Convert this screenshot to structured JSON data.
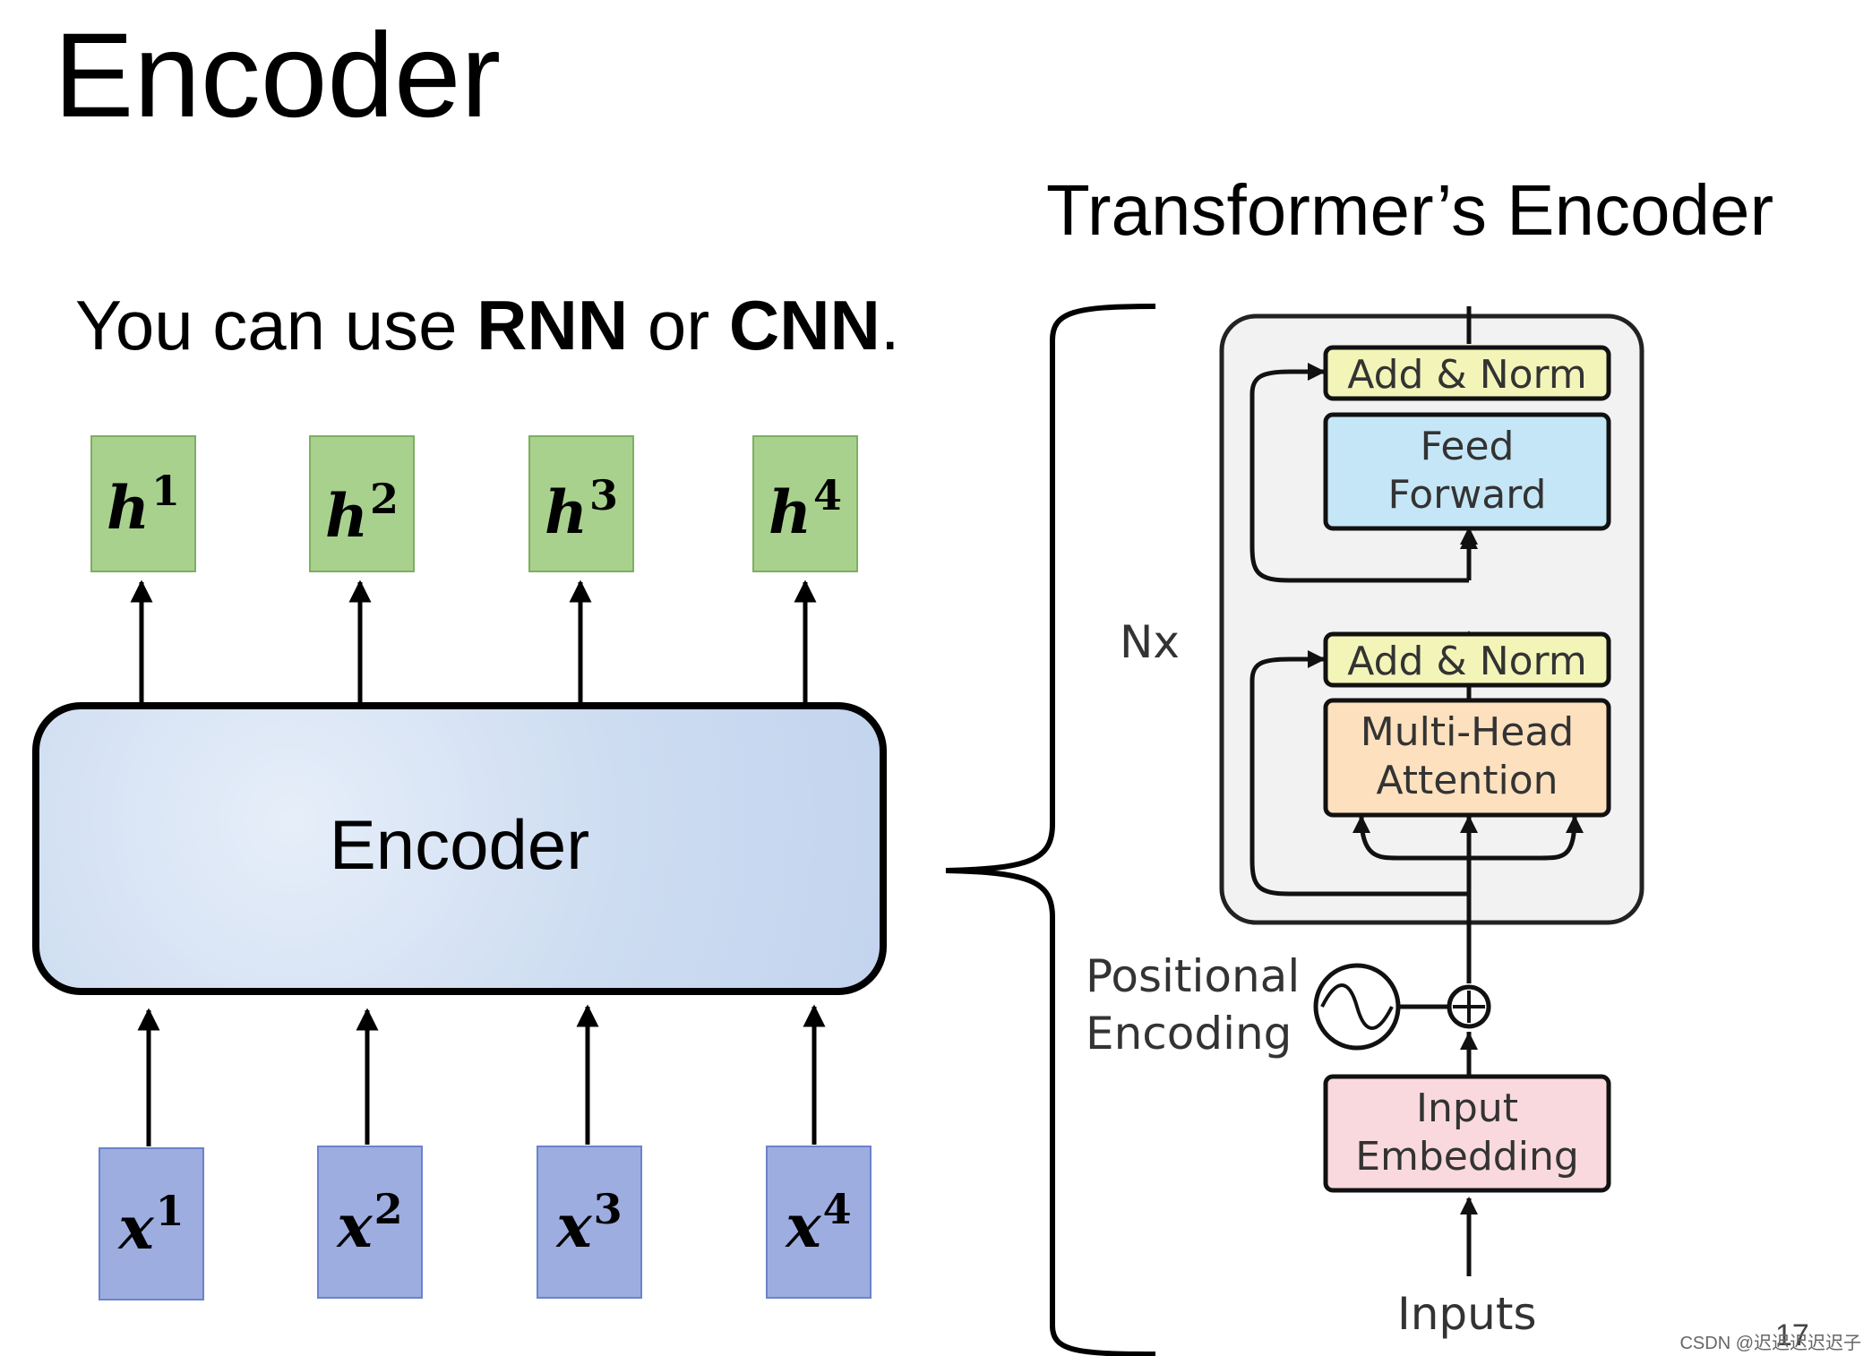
{
  "title": "Encoder",
  "subtitle": {
    "pre": "You can use ",
    "rnn": "RNN",
    "mid": " or ",
    "cnn": "CNN",
    "post": "."
  },
  "transformer_title": "Transformer’s Encoder",
  "encoder_label": "Encoder",
  "outputs": [
    {
      "base": "h",
      "sup": "1"
    },
    {
      "base": "h",
      "sup": "2"
    },
    {
      "base": "h",
      "sup": "3"
    },
    {
      "base": "h",
      "sup": "4"
    }
  ],
  "inputs": [
    {
      "base": "x",
      "sup": "1"
    },
    {
      "base": "x",
      "sup": "2"
    },
    {
      "base": "x",
      "sup": "3"
    },
    {
      "base": "x",
      "sup": "4"
    }
  ],
  "transformer": {
    "add_norm_top": "Add & Norm",
    "feed_forward": [
      "Feed",
      "Forward"
    ],
    "add_norm_bottom": "Add & Norm",
    "attention": [
      "Multi-Head",
      "Attention"
    ],
    "nx": "Nx",
    "positional_encoding": [
      "Positional",
      "Encoding"
    ],
    "input_embedding": [
      "Input",
      "Embedding"
    ],
    "inputs_label": "Inputs"
  },
  "colors": {
    "h_box": "#a9d18e",
    "x_box": "#9dade0",
    "encoder_fill": "#cddcf1",
    "add_norm": "#f3f5b8",
    "feed_forward": "#c5e6f6",
    "attention": "#fde0bd",
    "embedding": "#f9d9dd"
  },
  "footer": "CSDN @迟迟迟迟迟子",
  "page_number": "17"
}
